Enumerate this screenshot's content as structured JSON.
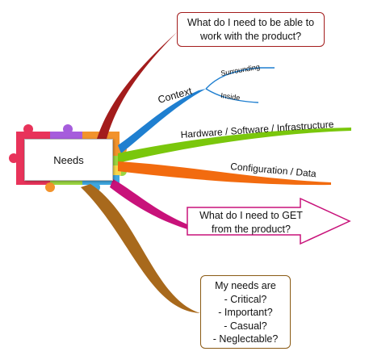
{
  "central": {
    "label": "Needs"
  },
  "branches": {
    "work_with": {
      "lines": [
        "What do I need to be able to",
        "work with the product?"
      ],
      "color": "#a31c1c"
    },
    "context": {
      "label": "Context",
      "color": "#1f7fd0",
      "children": [
        {
          "label": "Surrounding"
        },
        {
          "label": "Inside"
        }
      ]
    },
    "hardware": {
      "label": "Hardware / Software / Infrastructure",
      "color": "#7ac70c"
    },
    "configuration": {
      "label": "Configuration / Data",
      "color": "#f26b0f"
    },
    "get": {
      "lines": [
        "What do I need to GET",
        "from the product?"
      ],
      "color": "#c8127a"
    },
    "needs_are": {
      "lines": [
        "My needs are",
        "- Critical?",
        "- Important?",
        "- Casual?",
        "- Neglectable?"
      ],
      "color": "#a8691c"
    }
  },
  "puzzle_colors": [
    "#e8335a",
    "#a65ddc",
    "#3fa7e0",
    "#f2932c",
    "#9bd642"
  ]
}
